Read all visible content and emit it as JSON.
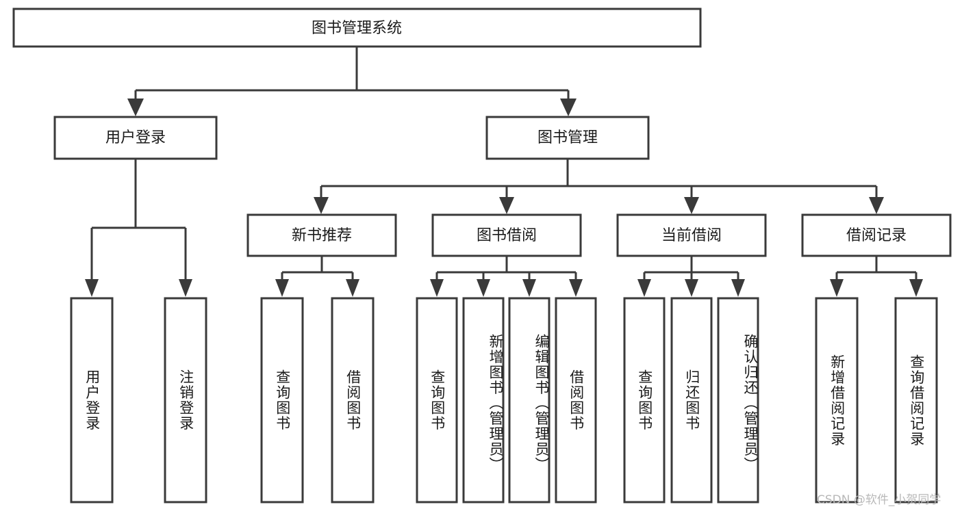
{
  "diagram": {
    "title": "图书管理系统",
    "type": "tree-hierarchy-chart",
    "root": {
      "label": "图书管理系统"
    },
    "level2": [
      {
        "label": "用户登录"
      },
      {
        "label": "图书管理"
      }
    ],
    "level3": [
      {
        "label": "新书推荐"
      },
      {
        "label": "图书借阅"
      },
      {
        "label": "当前借阅"
      },
      {
        "label": "借阅记录"
      }
    ],
    "leaves": {
      "user_login": [
        {
          "label": "用户登录"
        },
        {
          "label": "注销登录"
        }
      ],
      "new_book_recommend": [
        {
          "label": "查询图书"
        },
        {
          "label": "借阅图书"
        }
      ],
      "book_borrow": [
        {
          "label": "查询图书"
        },
        {
          "label": "新增图书（管理员）"
        },
        {
          "label": "编辑图书（管理员）"
        },
        {
          "label": "借阅图书"
        }
      ],
      "current_borrow": [
        {
          "label": "查询图书"
        },
        {
          "label": "归还图书"
        },
        {
          "label": "确认归还（管理员）"
        }
      ],
      "borrow_record": [
        {
          "label": "新增借阅记录"
        },
        {
          "label": "查询借阅记录"
        }
      ]
    }
  },
  "watermark": {
    "text": "CSDN @软件_小贺同学"
  },
  "colors": {
    "stroke": "#3a3a3a",
    "box_fill": "#ffffff",
    "text": "#1a1a1a",
    "background": "#ffffff",
    "watermark": "#b9b9b9"
  }
}
